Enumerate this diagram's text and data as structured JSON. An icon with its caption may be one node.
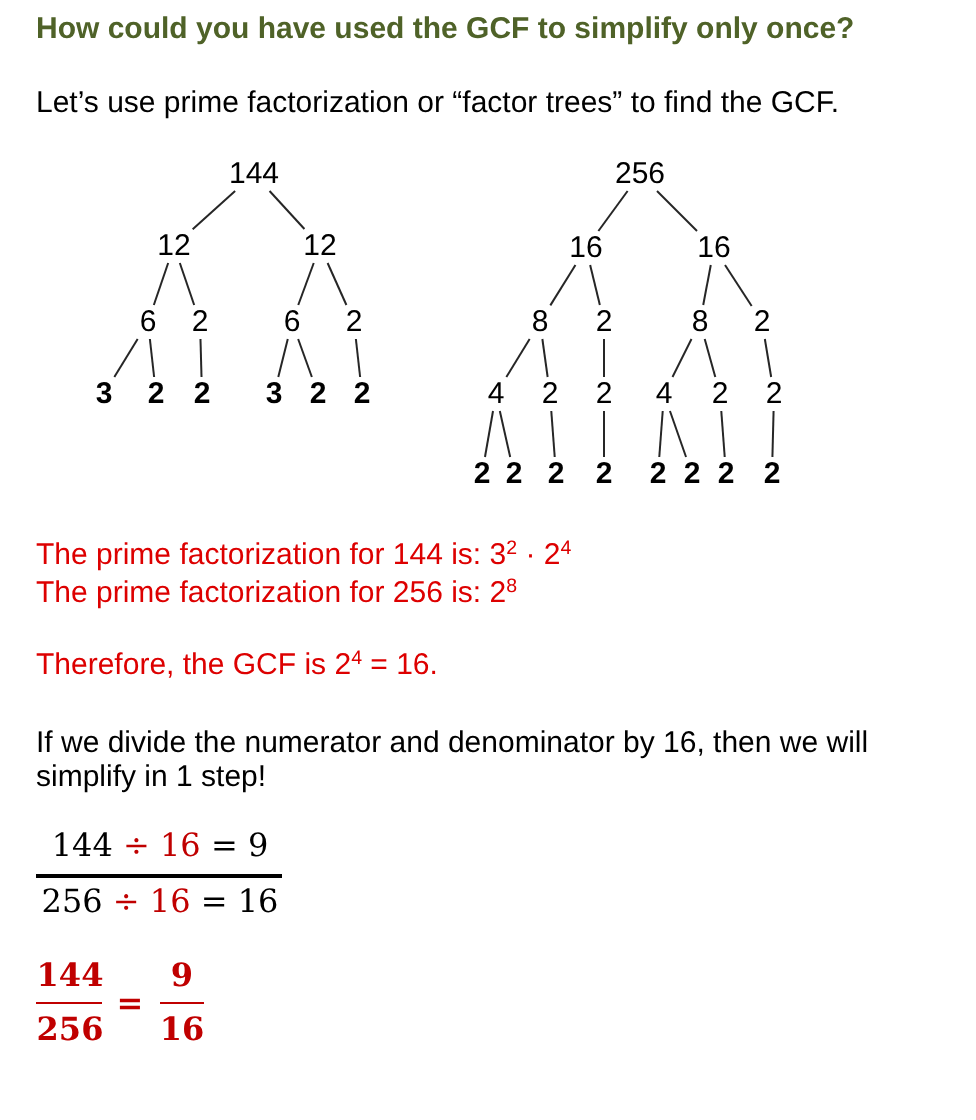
{
  "diagram": {
    "title": "How could you have used the GCF to simplify only once?",
    "nodes": [
      {
        "text": [
          "144"
        ]
      },
      {
        "text": [
          "12"
        ]
      },
      {
        "text": [
          "12"
        ]
      },
      {
        "text": [
          "6"
        ]
      },
      {
        "text": [
          "2"
        ]
      },
      {
        "text": [
          "6"
        ]
      },
      {
        "text": [
          "2"
        ]
      },
      {
        "text": [
          "3"
        ]
      },
      {
        "text": [
          "2"
        ]
      },
      {
        "text": [
          "2"
        ]
      },
      {
        "text": [
          "3"
        ]
      },
      {
        "text": [
          "2"
        ]
      },
      {
        "text": [
          "2"
        ]
      },
      {
        "text": [
          "256"
        ]
      },
      {
        "text": [
          "16"
        ]
      },
      {
        "text": [
          "16"
        ]
      },
      {
        "text": [
          "8"
        ]
      },
      {
        "text": [
          "2"
        ]
      },
      {
        "text": [
          "8"
        ]
      },
      {
        "text": [
          "2"
        ]
      },
      {
        "text": [
          "4"
        ]
      },
      {
        "text": [
          "2"
        ]
      },
      {
        "text": [
          "2"
        ]
      },
      {
        "text": [
          "4"
        ]
      },
      {
        "text": [
          "2"
        ]
      },
      {
        "text": [
          "2"
        ]
      },
      {
        "text": [
          "2"
        ]
      },
      {
        "text": [
          "2"
        ]
      },
      {
        "text": [
          "2"
        ]
      },
      {
        "text": [
          "2"
        ]
      },
      {
        "text": [
          "2"
        ]
      },
      {
        "text": [
          "2"
        ]
      },
      {
        "text": [
          "2"
        ]
      },
      {
        "text": [
          "2"
        ]
      }
    ],
    "edges": [
      {
        "from": 0,
        "to": 1,
        "arrow": "none"
      },
      {
        "from": 0,
        "to": 2,
        "arrow": "none"
      },
      {
        "from": 1,
        "to": 3,
        "arrow": "none"
      },
      {
        "from": 1,
        "to": 4,
        "arrow": "none"
      },
      {
        "from": 2,
        "to": 5,
        "arrow": "none"
      },
      {
        "from": 2,
        "to": 6,
        "arrow": "none"
      },
      {
        "from": 3,
        "to": 7,
        "arrow": "none"
      },
      {
        "from": 3,
        "to": 8,
        "arrow": "none"
      },
      {
        "from": 4,
        "to": 9,
        "arrow": "none"
      },
      {
        "from": 5,
        "to": 10,
        "arrow": "none"
      },
      {
        "from": 5,
        "to": 11,
        "arrow": "none"
      },
      {
        "from": 6,
        "to": 12,
        "arrow": "none"
      },
      {
        "from": 13,
        "to": 14,
        "arrow": "none"
      },
      {
        "from": 13,
        "to": 15,
        "arrow": "none"
      },
      {
        "from": 14,
        "to": 16,
        "arrow": "none"
      },
      {
        "from": 14,
        "to": 17,
        "arrow": "none"
      },
      {
        "from": 15,
        "to": 18,
        "arrow": "none"
      },
      {
        "from": 15,
        "to": 19,
        "arrow": "none"
      },
      {
        "from": 16,
        "to": 20,
        "arrow": "none"
      },
      {
        "from": 16,
        "to": 21,
        "arrow": "none"
      },
      {
        "from": 17,
        "to": 22,
        "arrow": "none"
      },
      {
        "from": 18,
        "to": 23,
        "arrow": "none"
      },
      {
        "from": 18,
        "to": 24,
        "arrow": "none"
      },
      {
        "from": 19,
        "to": 25,
        "arrow": "none"
      },
      {
        "from": 20,
        "to": 26,
        "arrow": "none"
      },
      {
        "from": 20,
        "to": 27,
        "arrow": "none"
      },
      {
        "from": 21,
        "to": 28,
        "arrow": "none"
      },
      {
        "from": 22,
        "to": 29,
        "arrow": "none"
      },
      {
        "from": 23,
        "to": 30,
        "arrow": "none"
      },
      {
        "from": 23,
        "to": 31,
        "arrow": "none"
      },
      {
        "from": 24,
        "to": 32,
        "arrow": "none"
      },
      {
        "from": 25,
        "to": 33,
        "arrow": "none"
      }
    ],
    "labels": [
      "Let’s use prime factorization or “factor trees” to find the GCF.",
      "The prime factorization for 144 is: 3$^{2}$ · 2$^{4}$",
      "The prime factorization for 256 is: 2$^{8}$",
      "Therefore, the GCF is 2$^{4}$ = 16.",
      "If we divide the numerator and denominator by 16, then we will simplify in 1 step!",
      "144 ÷ 16 = 9",
      "256 ÷ 16 = 16",
      "144",
      "256",
      "=",
      "9",
      "16"
    ]
  }
}
